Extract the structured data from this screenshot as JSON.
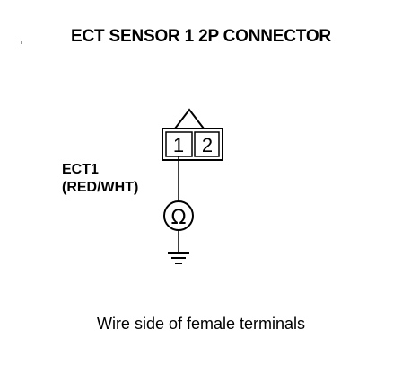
{
  "title": "ECT SENSOR 1 2P CONNECTOR",
  "caption": "Wire side of female terminals",
  "connector": {
    "pins": [
      {
        "label": "1"
      },
      {
        "label": "2"
      }
    ]
  },
  "wire": {
    "name": "ECT1",
    "color": "(RED/WHT)"
  },
  "meter": {
    "symbol": "Ω"
  }
}
